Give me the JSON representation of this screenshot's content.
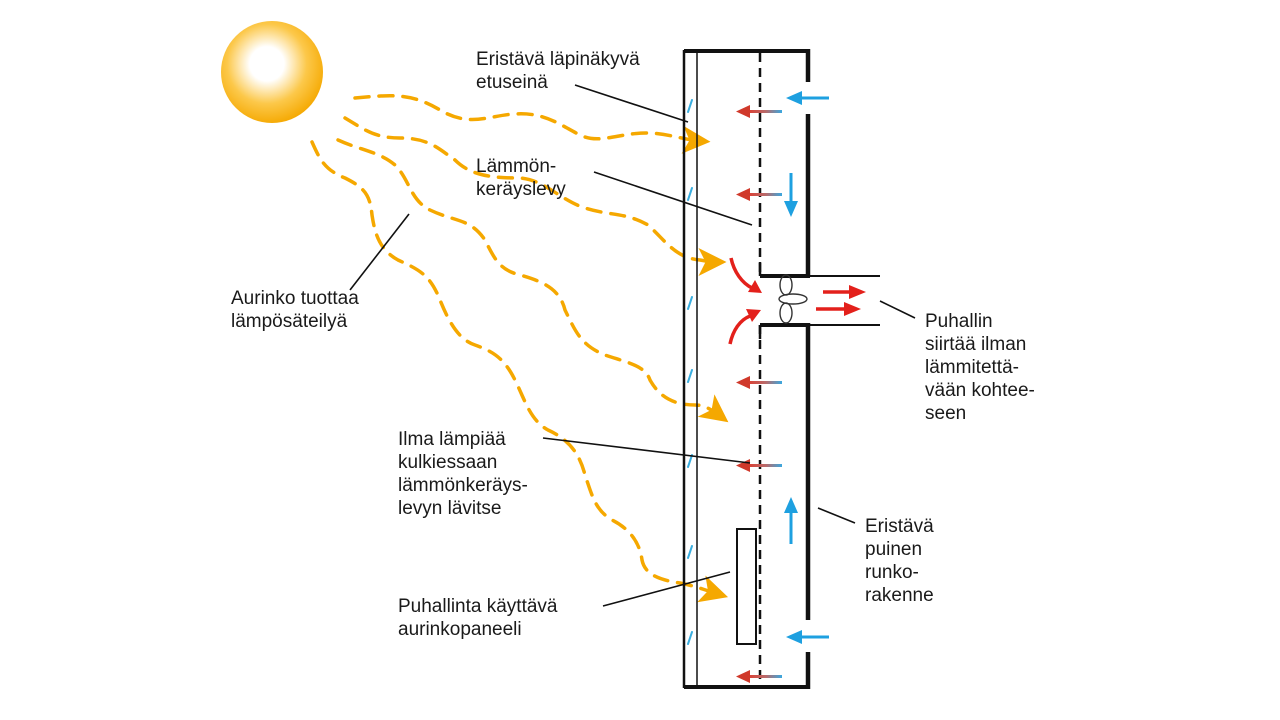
{
  "colors": {
    "sun_outer": "#f5a800",
    "sun_inner": "#ffffff",
    "solar_ray": "#f5a800",
    "cold_air": "#1ea0e0",
    "warm_air": "#d0392b",
    "hot_air": "#e3201b",
    "structure": "#111111",
    "glass_marks": "#3aaee0"
  },
  "labels": {
    "front_wall": [
      "Eristävä läpinäkyvä",
      "etuseinä"
    ],
    "collector": [
      "Lämmön-",
      "keräyslevy"
    ],
    "sun": [
      "Aurinko tuottaa",
      "lämpösäteilyä"
    ],
    "fan": [
      "Puhallin",
      "siirtää ilman",
      "lämmitettä-",
      "vään kohtee-",
      "seen"
    ],
    "air_heats": [
      "Ilma lämpiää",
      "kulkiessaan",
      "lämmönkeräys-",
      "levyn lävitse"
    ],
    "solar_panel": [
      "Puhallinta käyttävä",
      "aurinkopaneeli"
    ],
    "frame": [
      "Eristävä",
      "puinen",
      "runko-",
      "rakenne"
    ]
  },
  "icons": {
    "sun": "sun-icon",
    "fan": "fan-icon",
    "solar_panel": "solar-panel-icon"
  }
}
